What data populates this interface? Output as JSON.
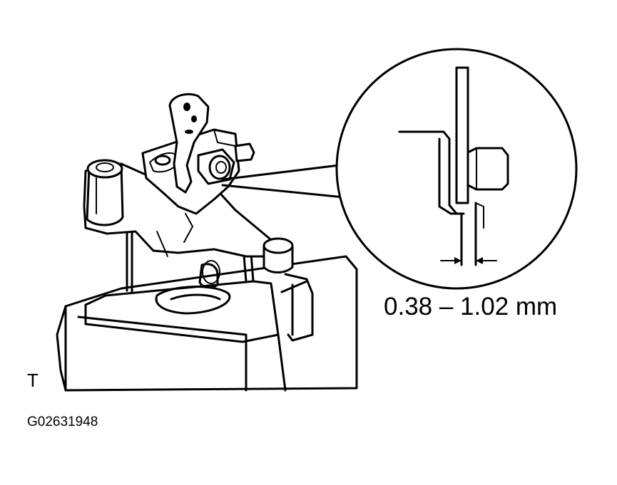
{
  "diagram": {
    "measurement_label": "0.38 – 1.02 mm",
    "view_letter": "T",
    "figure_code": "G02631948"
  },
  "colors": {
    "ink": "#000000",
    "paper": "#ffffff"
  }
}
